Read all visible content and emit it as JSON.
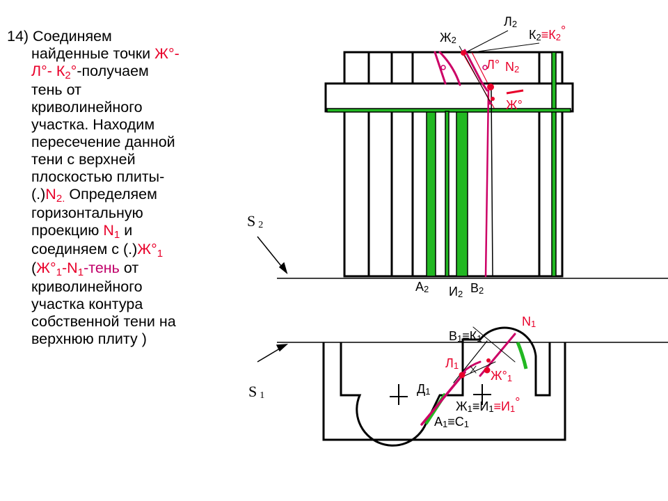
{
  "step_text": {
    "l1_num": "14)",
    "l1_text": " Соединяем",
    "l2_a": "найденные точки ",
    "l2_b": "Ж°-",
    "l3_a": "Л°- К",
    "l3_sub": "2",
    "l3_b": "°",
    "l3_c": "-получаем",
    "l4": "тень от",
    "l5": "криволинейного",
    "l6": "участка. Находим",
    "l7": "пересечение данной",
    "l8": "тени с верхней",
    "l9": "плоскостью плиты-",
    "l10_a": "(.)",
    "l10_b": "N",
    "l10_sub": "2.",
    "l10_c": " Определяем",
    "l11": "горизонтальную",
    "l12_a": "проекцию ",
    "l12_b": "N",
    "l12_sub": "1",
    "l12_c": " и",
    "l13_a": "соединяем с (.)",
    "l13_b": "Ж°",
    "l13_sub": "1",
    "l14_a": "(",
    "l14_b": "Ж°",
    "l14_sub": "1",
    "l14_c": "-",
    "l14_d": "N",
    "l14_sub2": "1",
    "l14_e": "-тень",
    "l14_f": " от",
    "l15": "криволинейного",
    "l16": "участка контура",
    "l17": "собственной тени на",
    "l18": "верхнюю плиту )"
  },
  "labels": {
    "L2": "Л",
    "L2_sub": "2",
    "Zh2": "Ж",
    "Zh2_sub": "2",
    "K2": "К",
    "K2_sub": "2",
    "K2_eq": "≡К",
    "K2_sub2": "2",
    "K2_deg": "°",
    "Lo": "Л°",
    "N2": "N",
    "N2_sub": "2",
    "Zho": "Ж°",
    "S2": "S",
    "S2_sub": "2",
    "S1": "S",
    "S1_sub": "1",
    "A2": "А",
    "A2_sub": "2",
    "I2": "И",
    "I2_sub": "2",
    "V2": "В",
    "V2_sub": "2",
    "N1": "N",
    "N1_sub": "1",
    "V1K1": "В",
    "V1K1_sub": "1",
    "V1K1_eq": "≡К",
    "V1K1_sub2": "1",
    "L1": "Л",
    "L1_sub": "1",
    "Zho1": "Ж°",
    "Zho1_sub": "1",
    "D1": "Д",
    "D1_sub": "1",
    "Zh1I1": "Ж",
    "Zh1I1_sub": "1",
    "Zh1I1_eq": "≡И",
    "Zh1I1_sub2": "1",
    "Zh1I1_eq2": "≡И",
    "Zh1I1_sub3": "1",
    "Zh1I1_deg": "°",
    "A1C1": "А",
    "A1C1_sub": "1",
    "A1C1_eq": "≡С",
    "A1C1_sub2": "1"
  },
  "colors": {
    "text": "#000000",
    "red": "#e8002a",
    "magenta": "#c0006a",
    "green": "#22b822",
    "shadow_line": "#cc0066"
  }
}
